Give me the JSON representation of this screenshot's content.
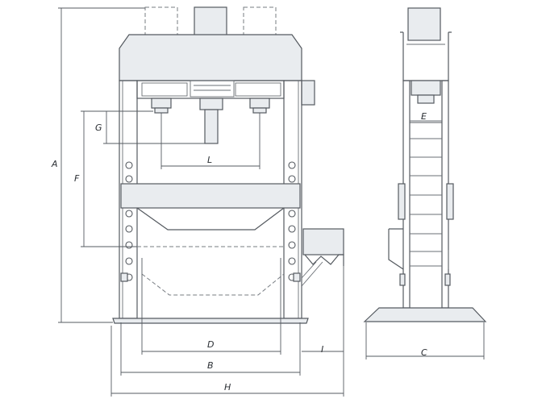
{
  "diagram": {
    "dimension_labels": {
      "A": "A",
      "B": "B",
      "C": "C",
      "D": "D",
      "E": "E",
      "F": "F",
      "G": "G",
      "H": "H",
      "I": "I",
      "L": "L"
    }
  }
}
